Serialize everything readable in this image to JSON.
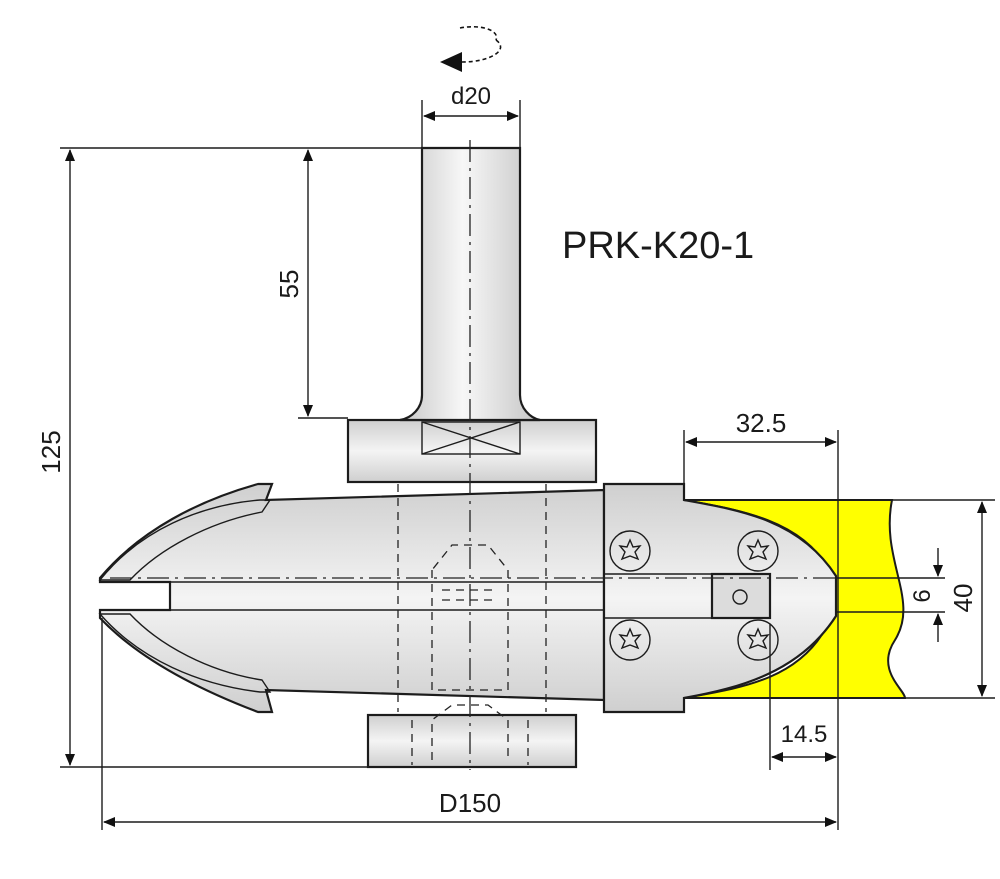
{
  "drawing": {
    "model": "PRK-K20-1",
    "dimensions": {
      "shank_diameter": "d20",
      "total_length": "125",
      "shank_length": "55",
      "cut_width": "32.5",
      "profile_height": "40",
      "groove": "6",
      "tongue": "14.5",
      "diameter": "D150"
    },
    "colors": {
      "steel": "#d9d9d9",
      "workpiece": "#ffff00",
      "line": "#1c1c1c"
    },
    "rotation_icon": "rotation-arrow-icon"
  }
}
